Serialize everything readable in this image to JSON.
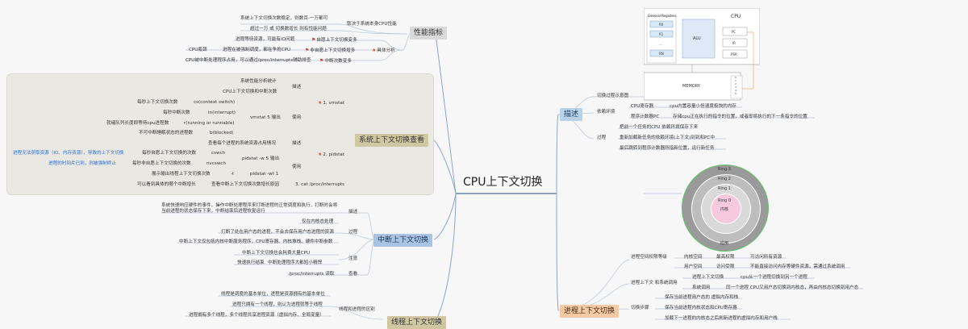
{
  "center_title": "CPU上下文切换",
  "perf": {
    "topic": "性能指标",
    "items": [
      "系统上下文切换次数稳定，则数百-一万都可",
      "超过一万 或 切换数增长 则有性能问题",
      "进程等待资源，可能有IO问题",
      "CPU瓶颈",
      "CPU被中断处理程序占用，可以通过/proc/interrupts辅助排查"
    ],
    "mid": [
      "取决于系统本身CPU性能",
      "自愿上下文切换变多",
      "进程在被强制调度，都在争抢CPU",
      "非自愿上下文切换增多",
      "中断次数变多"
    ],
    "analysis": "具体分析"
  },
  "view": {
    "topic": "系统上下文切换查看",
    "vmstat": {
      "label": "1. vmstat",
      "desc": [
        "系统性能分析统计",
        "CPU上下文切换和中断次数"
      ],
      "desc_tag": "描述",
      "use_tag": "使用",
      "use_cmd": "vmstat 5 输出",
      "rows": [
        {
          "left": "每秒上下文切换次数",
          "right": "cs(context switch)"
        },
        {
          "left": "每秒中断次数",
          "right": "in(interrupt)"
        },
        {
          "left": "就绪队列长度即等待cpu进程数",
          "right": "r(running or runnable)"
        },
        {
          "left": "不可中断睡眠状态的进程数",
          "right": "b(blocked)"
        }
      ]
    },
    "pidstat": {
      "label": "2. pidstat",
      "desc": "查看每个进程的系统资源占用情况",
      "desc_tag": "描述",
      "use_tag": "使用",
      "cmd1": "pidstat -w 5 输出",
      "cmd2": "pidstat -wt 1",
      "rows": [
        {
          "note": "进程无法获取资源（IO、内存资源），导致的上下文切换",
          "left": "每秒自愿上下文切换的次数",
          "right": "cswch"
        },
        {
          "note": "进程的时间片已到，则被强制终止",
          "left": "每秒非自愿上下文切换的次数",
          "right": "nvcswch"
        },
        {
          "note": "",
          "left": "展示输出线程上下文切换次数",
          "right": "-t"
        }
      ]
    },
    "interrupts": {
      "left": "可以看到具体的哪个中断增长",
      "mid": "查看中断上下文切换次数增长原因",
      "label": "3. cat /proc/interrupts"
    }
  },
  "interrupt_switch": {
    "topic": "中断上下文切换",
    "describe": "系统快速响应硬件的事件，操作中断处理程序来打断进程的正常调度和执行，打断时会将当前进程的状态保存下来，中断结束后进程恢复运行",
    "describe_tag": "描述",
    "process": [
      "仅在内核态处理",
      "打断了处在用户态的进程，不会去保存用户态进程的资源",
      "中断上下文仅包括内核中断服务程序，CPU寄存器、内核堆栈、硬件中断参数"
    ],
    "process_tag": "过程",
    "notes": [
      "中断上下文切换也会耗费大量CPU",
      "快速执行结束",
      "中断处理程序大都短小精悍"
    ],
    "notes_tag": "注意",
    "view": "/proc/interrupts 读取",
    "view_tag": "查看"
  },
  "thread_switch": {
    "topic": "线程上下文切换",
    "items": [
      "线程是调度的基本单位，进程是资源拥有的基本单位",
      "进程只拥有一个线程，则认为进程就等于线程",
      "进程拥有多个线程，多个线程共享进程资源（虚拟内存、全局变量）"
    ],
    "tag": "线程和进程的区别"
  },
  "describe": {
    "topic": "描述",
    "diagram_tag": "切换过程示意图",
    "deps_tag": "依赖环境",
    "deps": [
      {
        "k": "CPU寄存器",
        "v": "cpu内置容量小但速度极快的内存"
      },
      {
        "k": "程序计数器PC",
        "v": "存储cpu正在执行的指令的位置，或者即将执行的下一条指令的位置"
      }
    ],
    "process_tag": "过程",
    "process": [
      "把前一个任务的CPU 依赖环境保存下来",
      "重新加载新任务的依赖环境(上下文)到到和PC中",
      "最后跳转到程序计数器所指新位置，运行新任务"
    ]
  },
  "cpu_diagram": {
    "cpu": "CPU",
    "regs_title": "General Registers",
    "regs": [
      "R0",
      "R1",
      "...",
      "RN"
    ],
    "alu": "ALU",
    "special": [
      "PC",
      "IR",
      "PSR"
    ],
    "memory": "MEMORY",
    "mem_cells": [
      "0",
      "1",
      "2",
      "3",
      "4",
      "5"
    ]
  },
  "rings": {
    "labels": [
      "Ring 3",
      "Ring 2",
      "Ring 1",
      "Ring 0"
    ],
    "kernel": "内核",
    "app": "应用"
  },
  "process_switch": {
    "topic": "进程上下文切换",
    "space_tag": "进程空间权限等级",
    "space": [
      {
        "k": "内核空间",
        "m": "最高权限",
        "v": "可访问所有资源"
      },
      {
        "k": "用户空间",
        "m": "访问受限",
        "v": "不能直接访问内存等硬件资源，需通过系统调用"
      }
    ],
    "mode_tag": "进程上下文 和系统调用",
    "mode": [
      {
        "k": "进程上下文切换",
        "v": "cpu从一个进程切换到另一个进程"
      },
      {
        "k": "系统调用",
        "v": "同一个进程 CPU又用户态切换到内核态，再由内核态切换到用户态"
      }
    ],
    "steps_tag": "切换步骤",
    "steps": [
      "保存当前进程用户态的 虚拟内存和栈",
      "保存当前进程内核状态和CPU寄存器",
      "加载下一进程的内核态之后刷新进程的虚拟内存和用户栈"
    ]
  }
}
